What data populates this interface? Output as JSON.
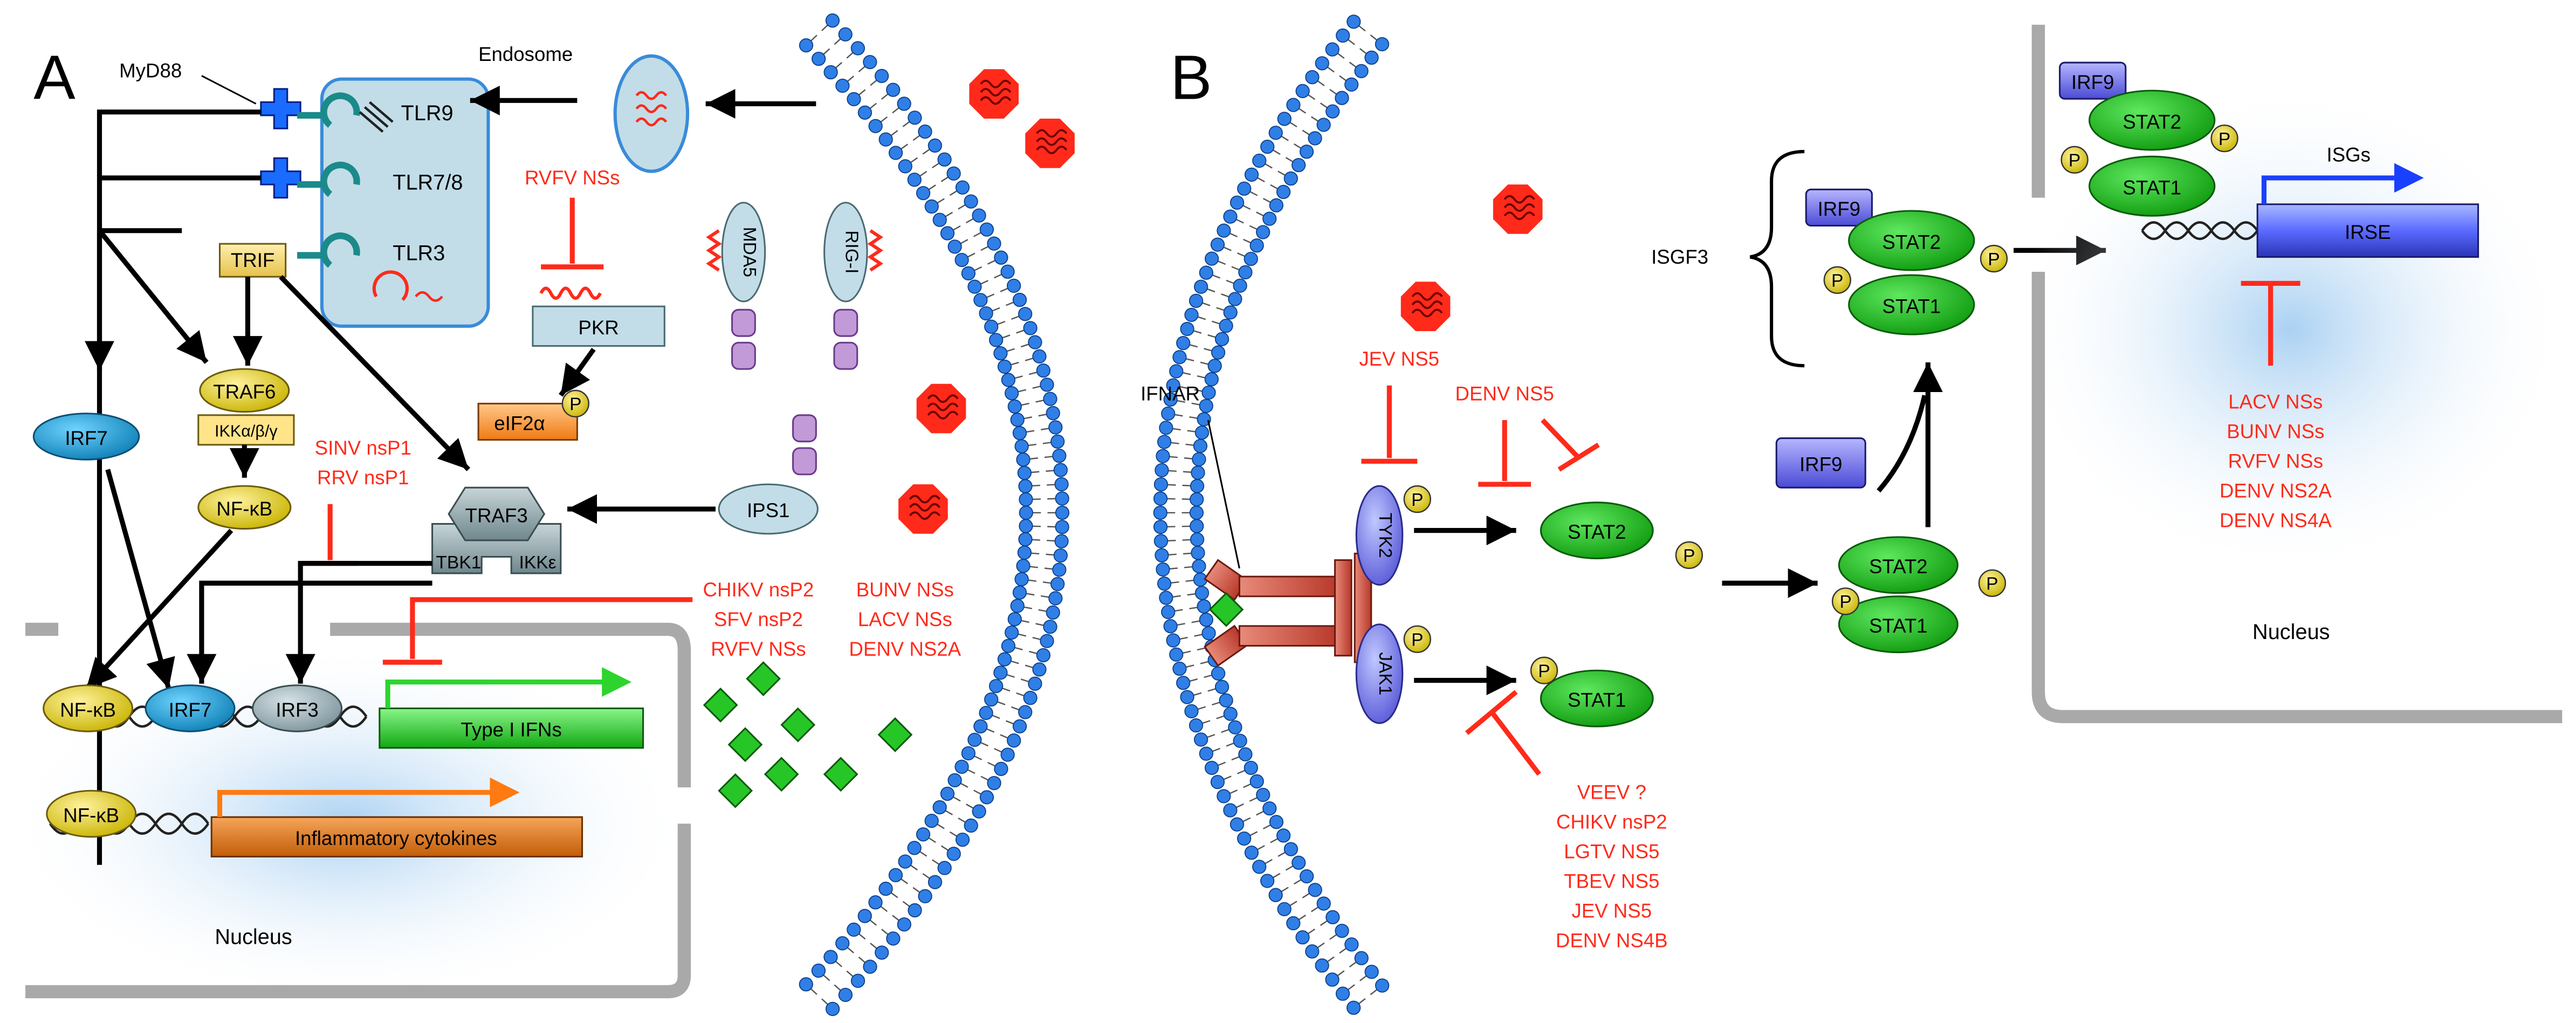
{
  "panels": {
    "A": {
      "letter": "A",
      "myd88": "MyD88",
      "endosome": "Endosome",
      "tlr9": "TLR9",
      "tlr78": "TLR7/8",
      "tlr3": "TLR3",
      "trif": "TRIF",
      "traf6": "TRAF6",
      "ikk_complex": "IKKα/β/γ",
      "nfkb": "NF-κB",
      "irf7": "IRF7",
      "irf3": "IRF3",
      "traf3": "TRAF3",
      "tbk1": "TBK1",
      "ikke": "IKKε",
      "pkr": "PKR",
      "eif2a": "eIF2α",
      "phospho": "P",
      "mda5": "MDA5",
      "rigi": "RIG-I",
      "ips1": "IPS1",
      "type1_ifns": "Type I IFNs",
      "inflammatory": "Inflammatory cytokines",
      "nucleus": "Nucleus",
      "inhibitors_pkr": [
        "RVFV NSs"
      ],
      "inhibitors_traf3": [
        "SINV nsP1",
        "RRV nsP1"
      ],
      "inhibitors_nuclear_1": [
        "CHIKV nsP2",
        "SFV nsP2",
        "RVFV NSs"
      ],
      "inhibitors_nuclear_2": [
        "BUNV NSs",
        "LACV NSs",
        "DENV NS2A"
      ]
    },
    "B": {
      "letter": "B",
      "ifnar": "IFNAR",
      "tyk2": "TYK2",
      "jak1": "JAK1",
      "stat1": "STAT1",
      "stat2": "STAT2",
      "irf9": "IRF9",
      "isgf3": "ISGF3",
      "isgs": "ISGs",
      "irse": "IRSE",
      "nucleus": "Nucleus",
      "phospho": "P",
      "inhibitors_jev": [
        "JEV NS5"
      ],
      "inhibitors_denv": [
        "DENV NS5"
      ],
      "inhibitors_jak": [
        "VEEV ?",
        "CHIKV nsP2",
        "LGTV NS5",
        "TBEV NS5",
        "JEV NS5",
        "DENV NS4B"
      ],
      "inhibitors_nuclear": [
        "LACV NSs",
        "BUNV NSs",
        "RVFV NSs",
        "DENV NS2A",
        "DENV NS4A"
      ]
    }
  },
  "colors": {
    "inhibitor_red": "#ff2a1a",
    "stat_green": "#1fbf1f",
    "irf9_blue": "#6b6bff",
    "irf7_blue": "#1aa6d9",
    "membrane_blue": "#2f7fe6",
    "nfkb_yellow": "#e6d21a",
    "phospho_yellow": "#ffe27a"
  }
}
